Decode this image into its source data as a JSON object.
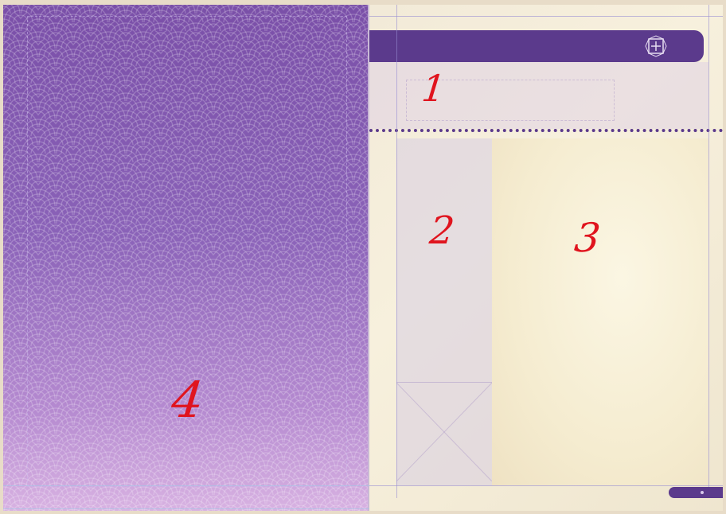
{
  "zones": {
    "zone_1": "1",
    "zone_2": "2",
    "zone_3": "3",
    "zone_4": "4"
  },
  "colors": {
    "header_band": "#5b3a8c",
    "pattern_top": "#7a4fa8",
    "pattern_bottom": "#d8b2e2",
    "annotation_red": "#e0141e",
    "parchment": "#f5ecd0"
  },
  "icons": {
    "header_emblem": "ornament-emblem-icon",
    "placeholder": "image-placeholder-cross-icon"
  }
}
